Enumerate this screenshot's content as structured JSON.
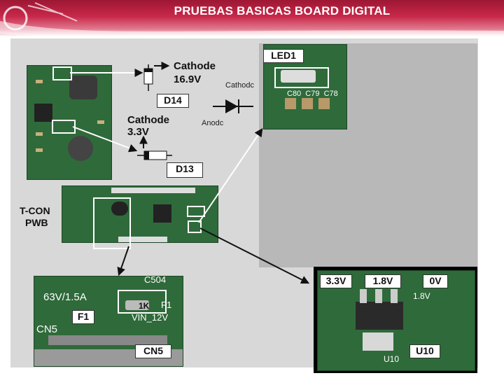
{
  "header": {
    "title": "PRUEBAS BASICAS BOARD DIGITAL"
  },
  "labels": {
    "cathode_d14": "Cathode",
    "voltage_d14": "16.9V",
    "d14": "D14",
    "cathode_small": "Cathodc",
    "anode": "Anodc",
    "cathode_d13": "Cathode",
    "voltage_d13": "3.3V",
    "d13": "D13",
    "led1": "LED1",
    "led_caps": "C80  C79  C78",
    "tcon": "T-CON",
    "pwb": "PWB",
    "f1": "F1",
    "cn5_board": "CN5",
    "cn5_box": "CN5",
    "fuse_rating": "63V/1.5A",
    "c504": "C504",
    "fuse_mark": "1K",
    "fuse_f1": "F1",
    "vin": "VIN_12V",
    "v33": "3.3V",
    "v18": "1.8V",
    "v0": "0V",
    "u10": "U10",
    "u10_board": "U10",
    "reg_1v8": "1.8V"
  },
  "colors": {
    "header": "#c8284a",
    "pcb": "#2f6a3a",
    "arrow": "#111111"
  }
}
